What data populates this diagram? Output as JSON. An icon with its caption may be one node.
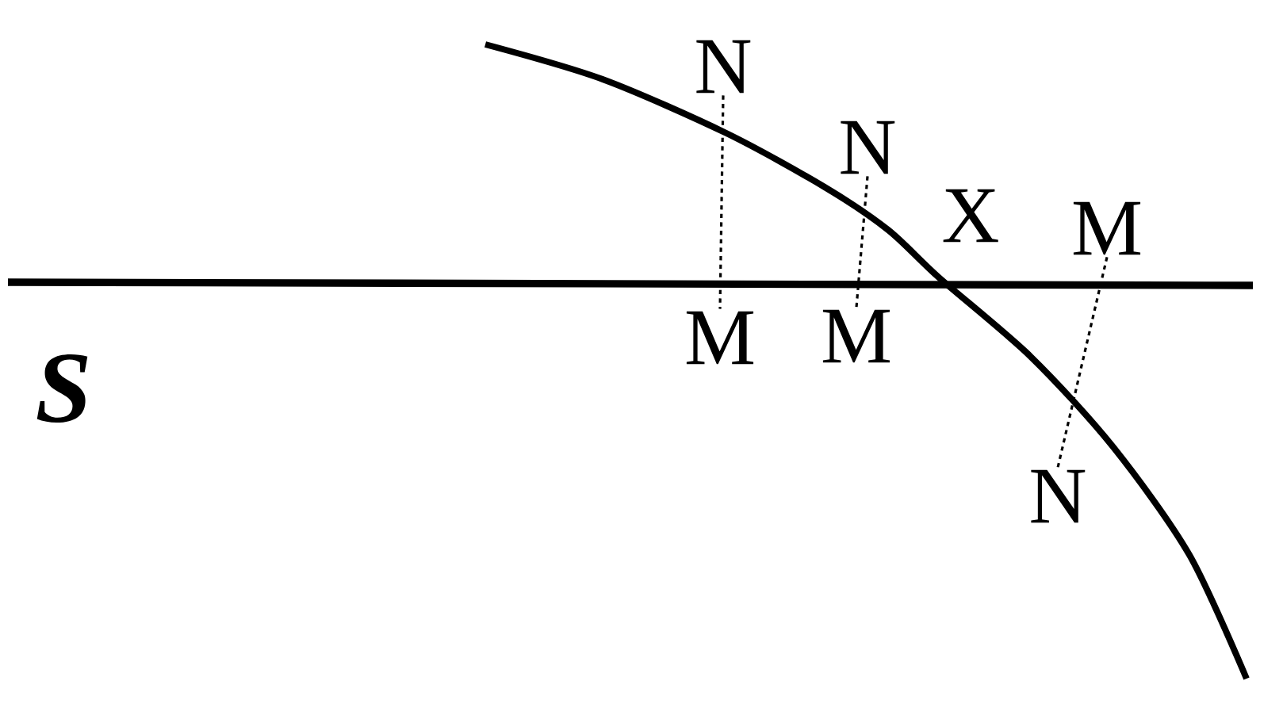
{
  "diagram": {
    "nodes": [
      {
        "text": [
          "N"
        ]
      },
      {
        "text": [
          "N"
        ]
      },
      {
        "text": [
          "M"
        ]
      },
      {
        "text": [
          "M"
        ]
      },
      {
        "text": [
          "M"
        ]
      },
      {
        "text": [
          "N"
        ]
      }
    ],
    "edges": [
      {
        "from": 0,
        "to": 3,
        "arrow": "none",
        "style": "dashed"
      },
      {
        "from": 1,
        "to": 4,
        "arrow": "none",
        "style": "dashed"
      },
      {
        "from": 2,
        "to": 5,
        "arrow": "none",
        "style": "dashed"
      }
    ],
    "labels": [
      "X",
      "S"
    ]
  }
}
